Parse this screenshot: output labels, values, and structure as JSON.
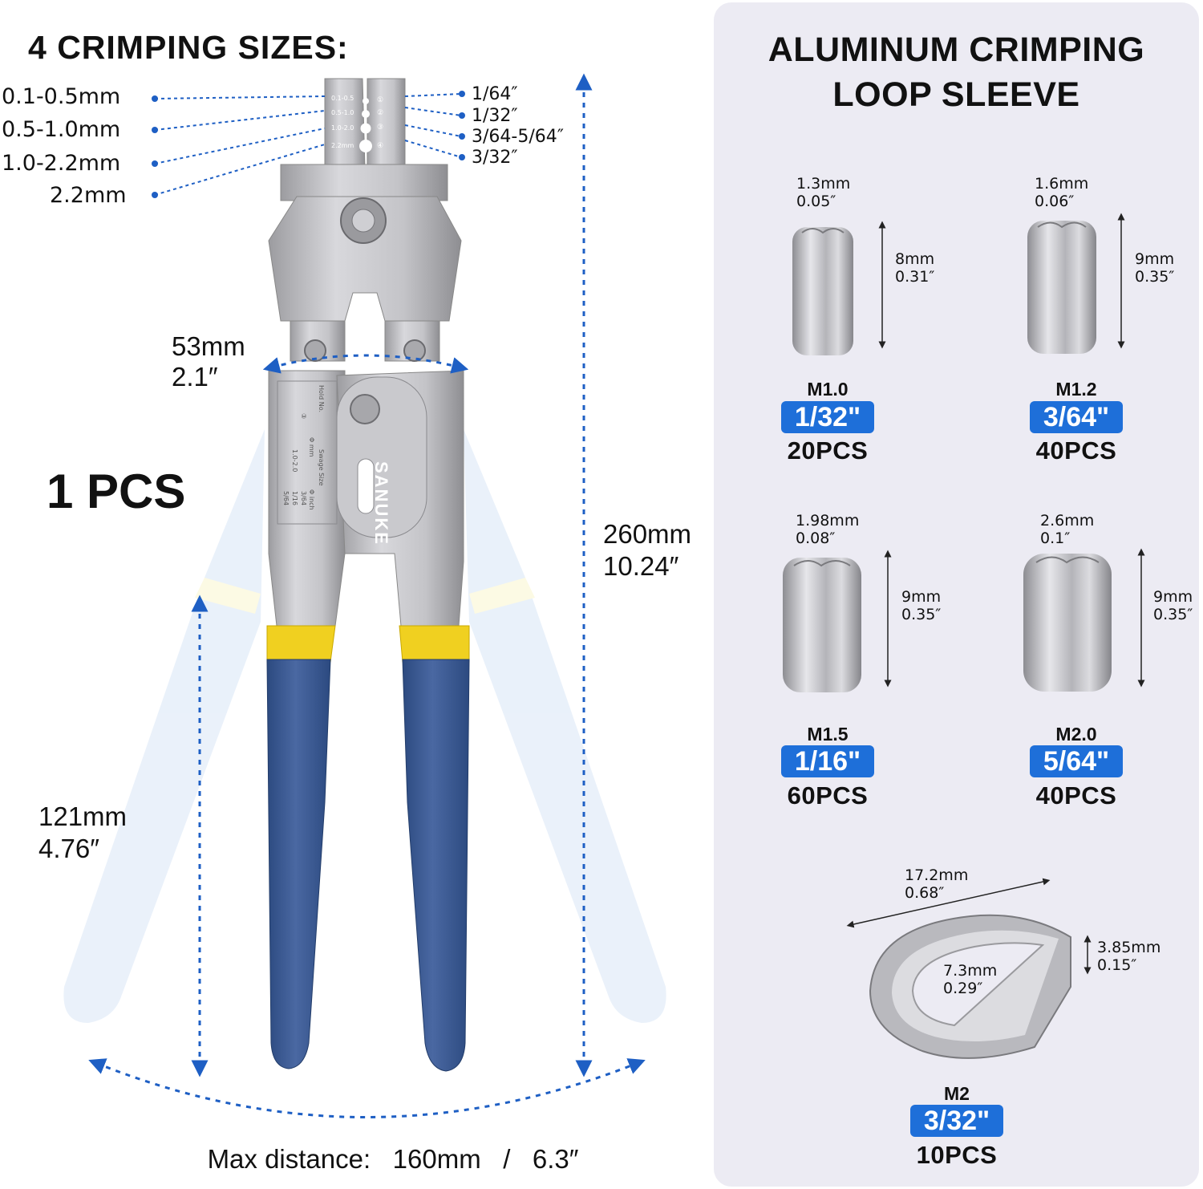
{
  "left": {
    "title": "4 CRIMPING SIZES:",
    "metric_sizes": [
      "0.1-0.5mm",
      "0.5-1.0mm",
      "1.0-2.2mm",
      "2.2mm"
    ],
    "inch_sizes": [
      "1/64″",
      "1/32″",
      "3/64-5/64″",
      "3/32″"
    ],
    "jaw_labels": [
      "0.1-0.5",
      "0.5-1.0",
      "1.0-2.0",
      "2.2mm"
    ],
    "jaw_numbers": [
      "①",
      "②",
      "③",
      "④"
    ],
    "width": {
      "mm": "53mm",
      "inch": "2.1″"
    },
    "length": {
      "mm": "260mm",
      "inch": "10.24″"
    },
    "handle": {
      "mm": "121mm",
      "inch": "4.76″"
    },
    "pcs": "1 PCS",
    "brand": "SANUKE",
    "plate": {
      "hold": "Hold No.",
      "swage": "Swage Size",
      "mm_col": "Φ mm",
      "inch_col": "Φ inch",
      "mm_val": "1.0-2.0",
      "inch_vals": [
        "3/64",
        "1/16",
        "5/64"
      ],
      "hold_num": "③"
    },
    "max_distance": "Max distance:   160mm   /   6.3″"
  },
  "right": {
    "title_line1": "ALUMINUM CRIMPING",
    "title_line2": "LOOP SLEEVE",
    "sleeves": [
      {
        "dia_mm": "1.3mm",
        "dia_in": "0.05″",
        "len_mm": "8mm",
        "len_in": "0.31″",
        "model": "M1.0",
        "size": "1/32\"",
        "pcs": "20PCS"
      },
      {
        "dia_mm": "1.6mm",
        "dia_in": "0.06″",
        "len_mm": "9mm",
        "len_in": "0.35″",
        "model": "M1.2",
        "size": "3/64\"",
        "pcs": "40PCS"
      },
      {
        "dia_mm": "1.98mm",
        "dia_in": "0.08″",
        "len_mm": "9mm",
        "len_in": "0.35″",
        "model": "M1.5",
        "size": "1/16\"",
        "pcs": "60PCS"
      },
      {
        "dia_mm": "2.6mm",
        "dia_in": "0.1″",
        "len_mm": "9mm",
        "len_in": "0.35″",
        "model": "M2.0",
        "size": "5/64\"",
        "pcs": "40PCS"
      }
    ],
    "thimble": {
      "len_mm": "17.2mm",
      "len_in": "0.68″",
      "thick_mm": "3.85mm",
      "thick_in": "0.15″",
      "inner_mm": "7.3mm",
      "inner_in": "0.29″",
      "model": "M2",
      "size": "3/32\"",
      "pcs": "10PCS"
    }
  },
  "colors": {
    "accent_blue": "#1e6fd9",
    "handle_blue": "#3d5c93",
    "handle_yellow": "#f0d020",
    "steel": "#b9b9bd",
    "panel": "#ecebf3"
  }
}
